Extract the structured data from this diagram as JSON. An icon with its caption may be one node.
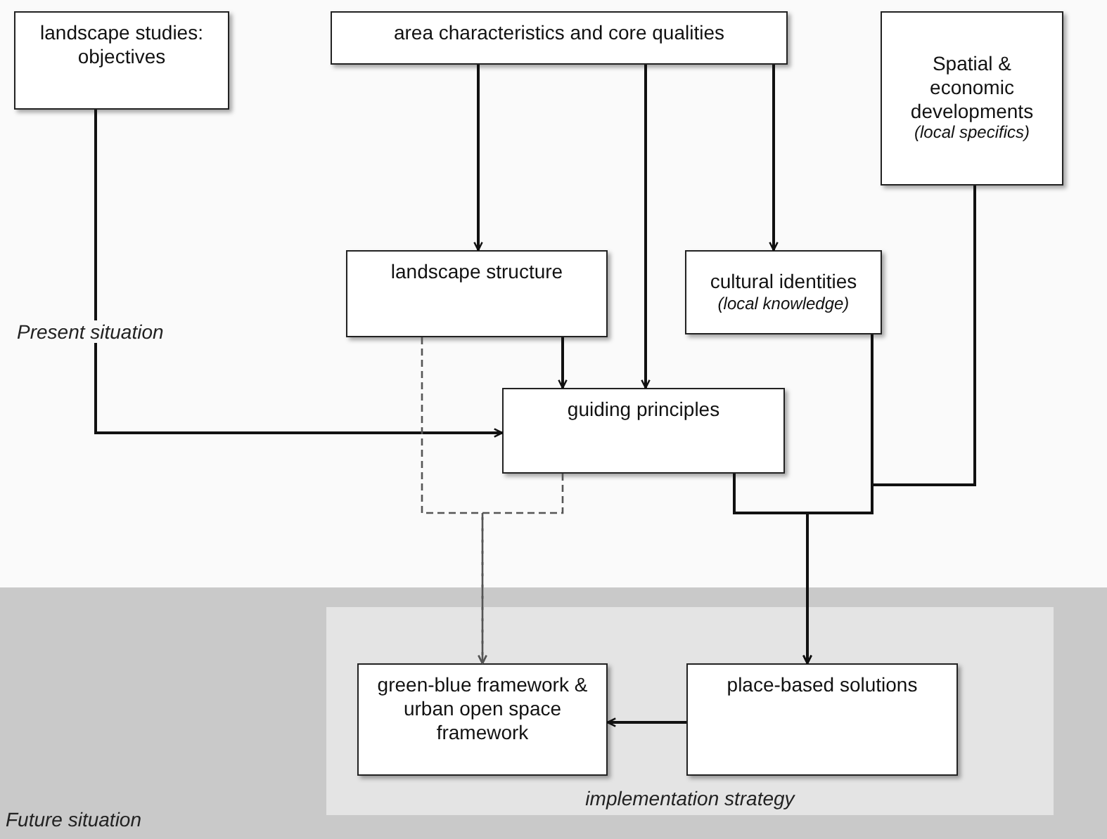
{
  "diagram": {
    "nodes": [
      {
        "text": [
          "landscape studies: objectives"
        ]
      },
      {
        "text": [
          "area characteristics and core qualities"
        ]
      },
      {
        "text": [
          "Spatial & economic developments",
          "(local specifics)"
        ]
      },
      {
        "text": [
          "landscape structure"
        ]
      },
      {
        "text": [
          "cultural identities",
          "(local knowledge)"
        ]
      },
      {
        "text": [
          "guiding principles"
        ]
      },
      {
        "text": [
          "Future situation"
        ]
      },
      {
        "text": [
          "implementation strategy"
        ],
        "in": 6
      },
      {
        "text": [
          "green-blue framework & urban open space framework"
        ],
        "in": 7
      },
      {
        "text": [
          "place-based solutions"
        ],
        "in": 7
      }
    ],
    "edges": [
      {
        "from": 1,
        "to": 3,
        "arrow": "to"
      },
      {
        "from": 1,
        "to": 5,
        "arrow": "to"
      },
      {
        "from": 1,
        "to": 4,
        "arrow": "to"
      },
      {
        "from": 0,
        "to": 5,
        "arrow": "to"
      },
      {
        "from": 3,
        "to": 5,
        "arrow": "to"
      },
      {
        "from": 3,
        "to": 8,
        "arrow": "to",
        "style": "dashed",
        "color": "#555555"
      },
      {
        "from": 5,
        "to": 8,
        "arrow": "to",
        "style": "dashed",
        "color": "#555555"
      },
      {
        "from": 5,
        "to": 9,
        "arrow": "to"
      },
      {
        "from": 4,
        "to": 9,
        "arrow": "to"
      },
      {
        "from": 2,
        "to": 9,
        "arrow": "to"
      },
      {
        "from": 9,
        "to": 8,
        "arrow": "to"
      }
    ],
    "labels": [
      "Present situation"
    ]
  }
}
